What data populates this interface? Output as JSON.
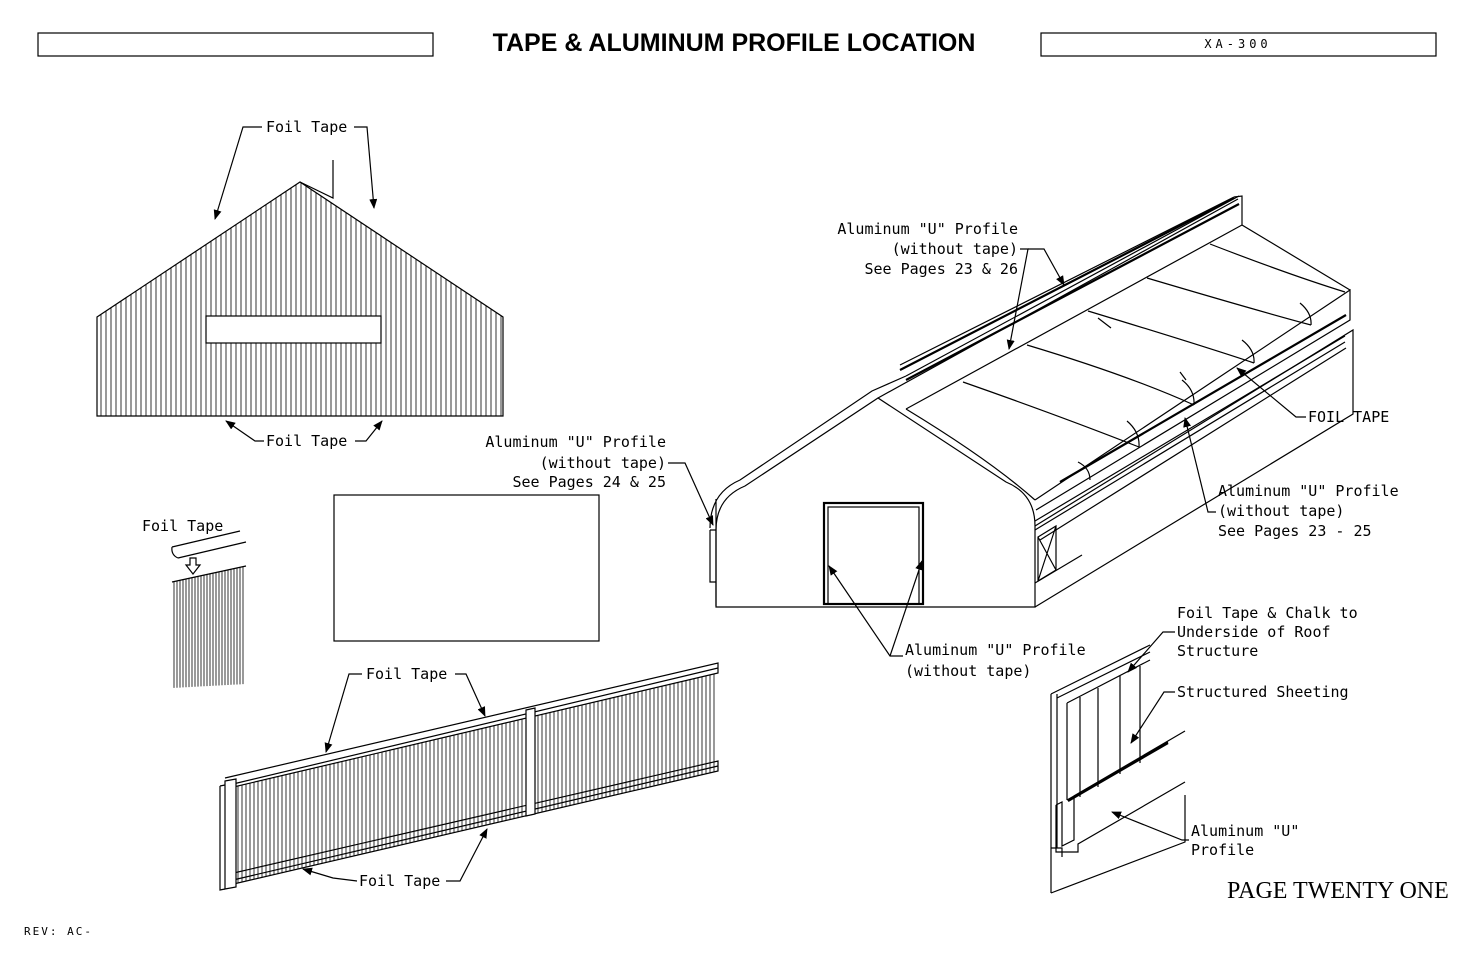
{
  "header": {
    "title": "TAPE & ALUMINUM PROFILE LOCATION",
    "drawing_code": "XA-300"
  },
  "footer": {
    "revision": "REV: AC-",
    "page": "PAGE TWENTY ONE"
  },
  "gable_view": {
    "label_top": "Foil Tape",
    "label_bottom": "Foil Tape"
  },
  "detail_small": {
    "label": "Foil Tape"
  },
  "wall_view": {
    "label_top": "Foil Tape",
    "label_bottom": "Foil Tape"
  },
  "building_view": {
    "profile_top": [
      "Aluminum \"U\" Profile",
      "(without tape)",
      "See Pages 23 & 26"
    ],
    "profile_left": [
      "Aluminum \"U\" Profile",
      "(without tape)",
      "See Pages 24 & 25"
    ],
    "foil_tape": "FOIL TAPE",
    "profile_right": [
      "Aluminum \"U\" Profile",
      "(without tape)",
      "See Pages 23 - 25"
    ],
    "profile_door": [
      "Aluminum \"U\" Profile",
      "(without tape)"
    ]
  },
  "section_detail": {
    "label_tape": [
      "Foil Tape & Chalk to",
      "Underside of Roof",
      "Structure"
    ],
    "label_sheeting": "Structured Sheeting",
    "label_profile": [
      "Aluminum \"U\"",
      "Profile"
    ]
  }
}
